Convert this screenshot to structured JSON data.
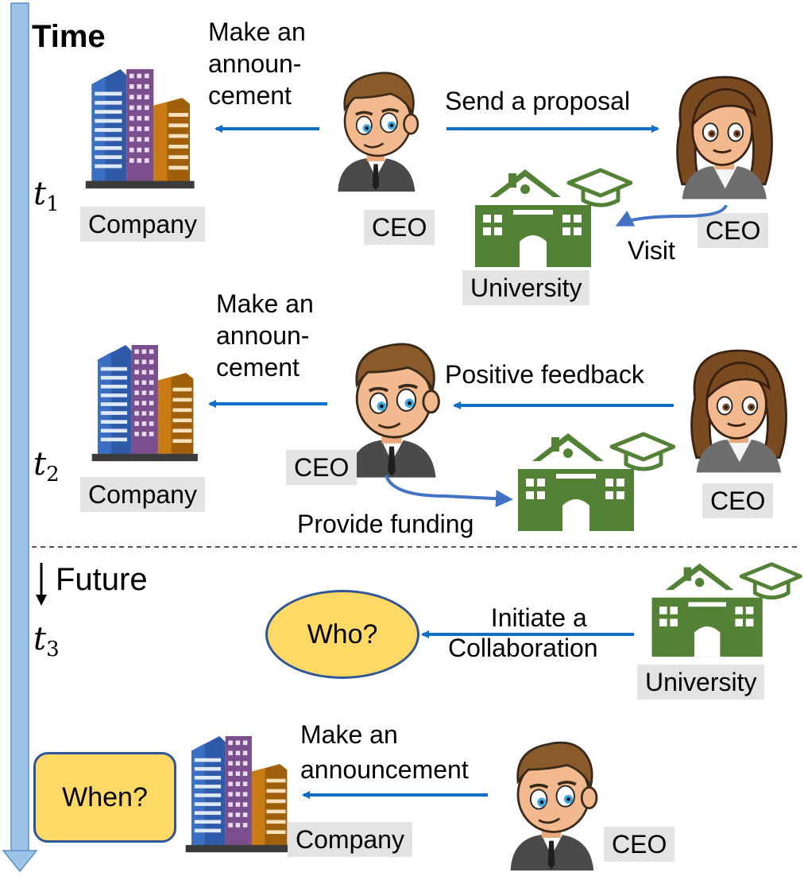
{
  "header": {
    "time_label": "Time"
  },
  "timesteps": {
    "t1": {
      "var": "t",
      "sub": "1"
    },
    "t2": {
      "var": "t",
      "sub": "2"
    },
    "t3": {
      "var": "t",
      "sub": "3"
    }
  },
  "future_label": "Future",
  "row1": {
    "announce_lines": [
      "Make an",
      "announ-",
      "cement"
    ],
    "company": "Company",
    "ceo_left": "CEO",
    "proposal": "Send a proposal",
    "ceo_right": "CEO",
    "visit": "Visit",
    "university": "University"
  },
  "row2": {
    "announce_lines": [
      "Make an",
      "announ-",
      "cement"
    ],
    "company": "Company",
    "ceo_left": "CEO",
    "feedback": "Positive feedback",
    "ceo_right": "CEO",
    "funding": "Provide funding"
  },
  "row3": {
    "who": "Who?",
    "collab_lines": [
      "Initiate a",
      "Collaboration"
    ],
    "university": "University"
  },
  "row4": {
    "when": "When?",
    "announce_lines": [
      "Make an",
      "announcement"
    ],
    "company": "Company",
    "ceo": "CEO"
  },
  "colors": {
    "time_arrow": "#9dc3e6",
    "arrow": "#0f6fc6",
    "curved_arrow": "#4472c4",
    "university_green": "#538135",
    "who_fill": "#ffd966",
    "who_border": "#2f5597",
    "label_bg": "#e3e3e3"
  }
}
